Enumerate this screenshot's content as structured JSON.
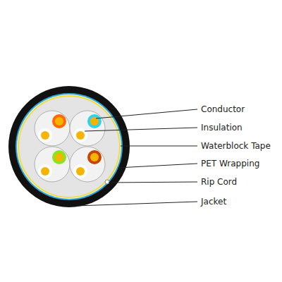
{
  "diagram": {
    "labels": [
      "Conductor",
      "Insulation",
      "Waterblock Tape",
      "PET Wrapping",
      "Rip Cord",
      "Jacket"
    ]
  }
}
